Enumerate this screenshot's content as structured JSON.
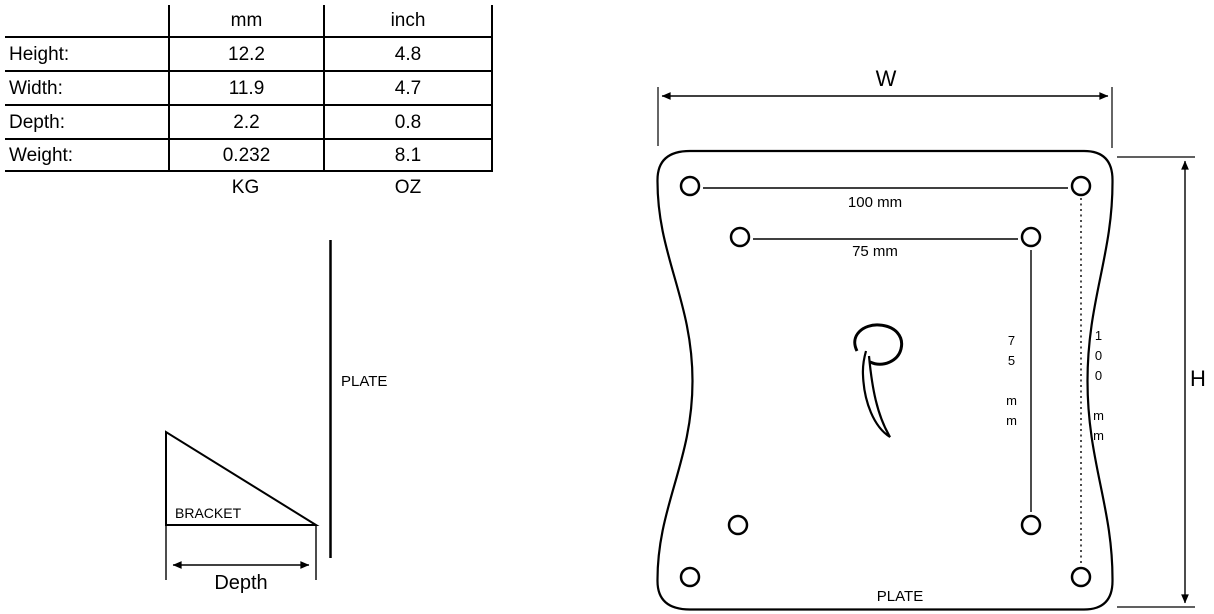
{
  "canvas": {
    "background": "#ffffff",
    "ink": "#000000"
  },
  "spec_table": {
    "header": {
      "mm": "mm",
      "inch": "inch"
    },
    "rows": [
      {
        "label": "Height:",
        "mm": "12.2",
        "inch": "4.8"
      },
      {
        "label": "Width:",
        "mm": "11.9",
        "inch": "4.7"
      },
      {
        "label": "Depth:",
        "mm": "2.2",
        "inch": "0.8"
      },
      {
        "label": "Weight:",
        "mm": "0.232",
        "inch": "8.1"
      }
    ],
    "footer": {
      "mm_unit": "KG",
      "inch_unit": "OZ"
    }
  },
  "side_view": {
    "plate_label": "PLATE",
    "bracket_label": "BRACKET",
    "depth_label": "Depth"
  },
  "plate_view": {
    "width_label": "W",
    "height_label": "H",
    "hole_span_top_outer": "100 mm",
    "hole_span_top_inner": "75 mm",
    "hole_span_right_inner": "75 mm",
    "hole_span_right_outer": "100 mm",
    "plate_label": "PLATE"
  }
}
